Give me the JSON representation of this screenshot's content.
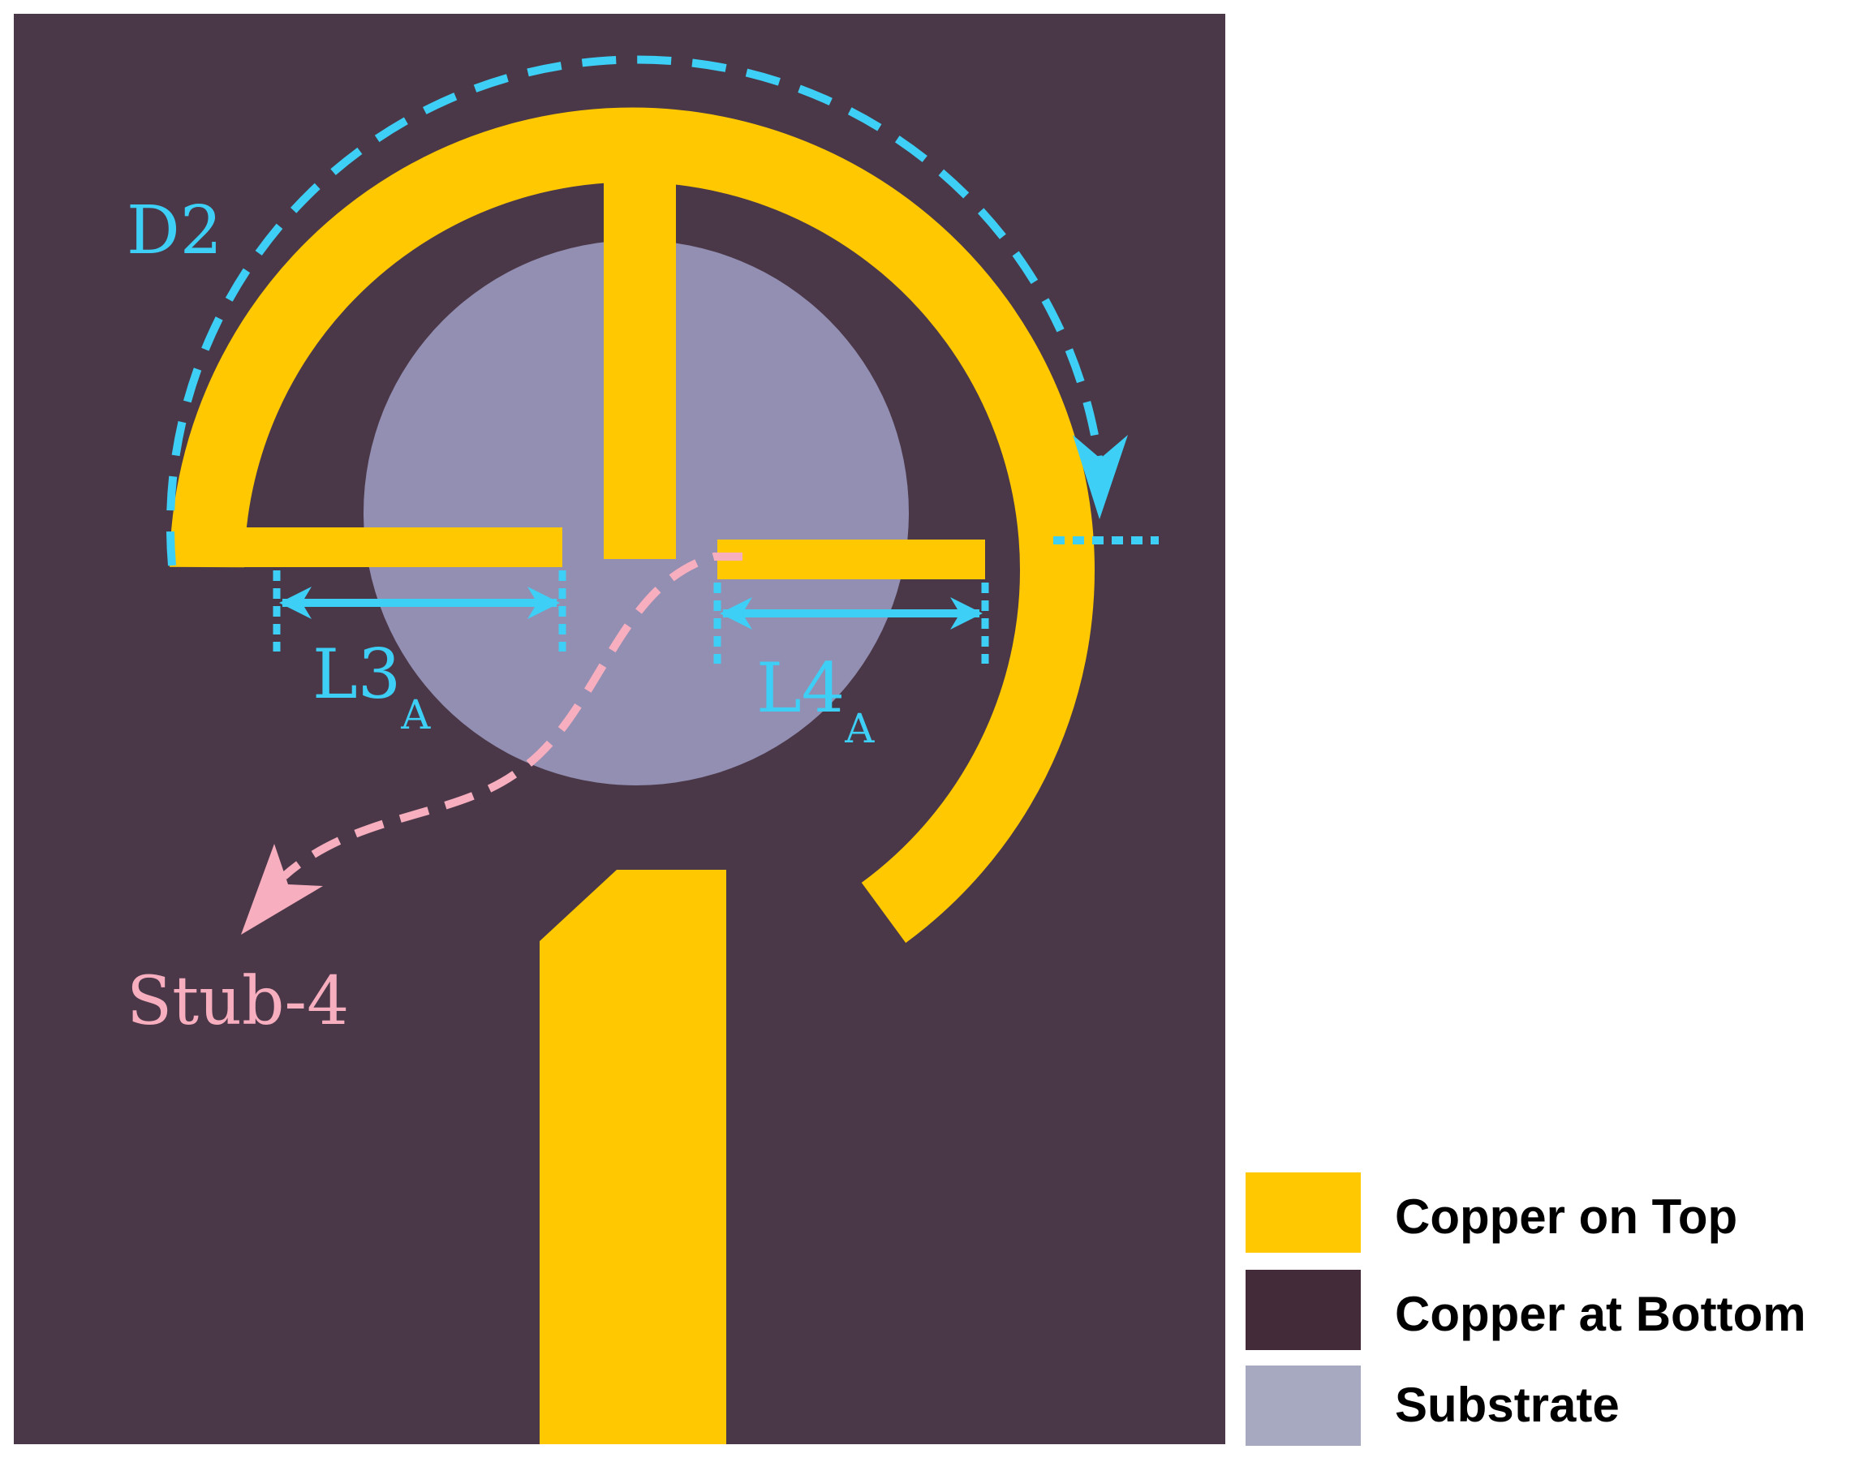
{
  "colors": {
    "copper_top": "#FFC800",
    "copper_bottom": "#4A3848",
    "substrate": "#938FB2",
    "dimension": "#3DCFF5",
    "stub": "#F7AEBF",
    "legend_substrate": "#A7A9C1",
    "legend_bottom": "#432B3A",
    "text": "#000000"
  },
  "labels": {
    "d2": "D2",
    "l3_main": "L3",
    "l3_sub": "A",
    "l4_main": "L4",
    "l4_sub": "A",
    "stub": "Stub-4"
  },
  "legend": [
    {
      "label": "Copper on Top",
      "color_key": "copper_top"
    },
    {
      "label": "Copper at Bottom",
      "color_key": "legend_bottom"
    },
    {
      "label": "Substrate",
      "color_key": "legend_substrate"
    }
  ]
}
